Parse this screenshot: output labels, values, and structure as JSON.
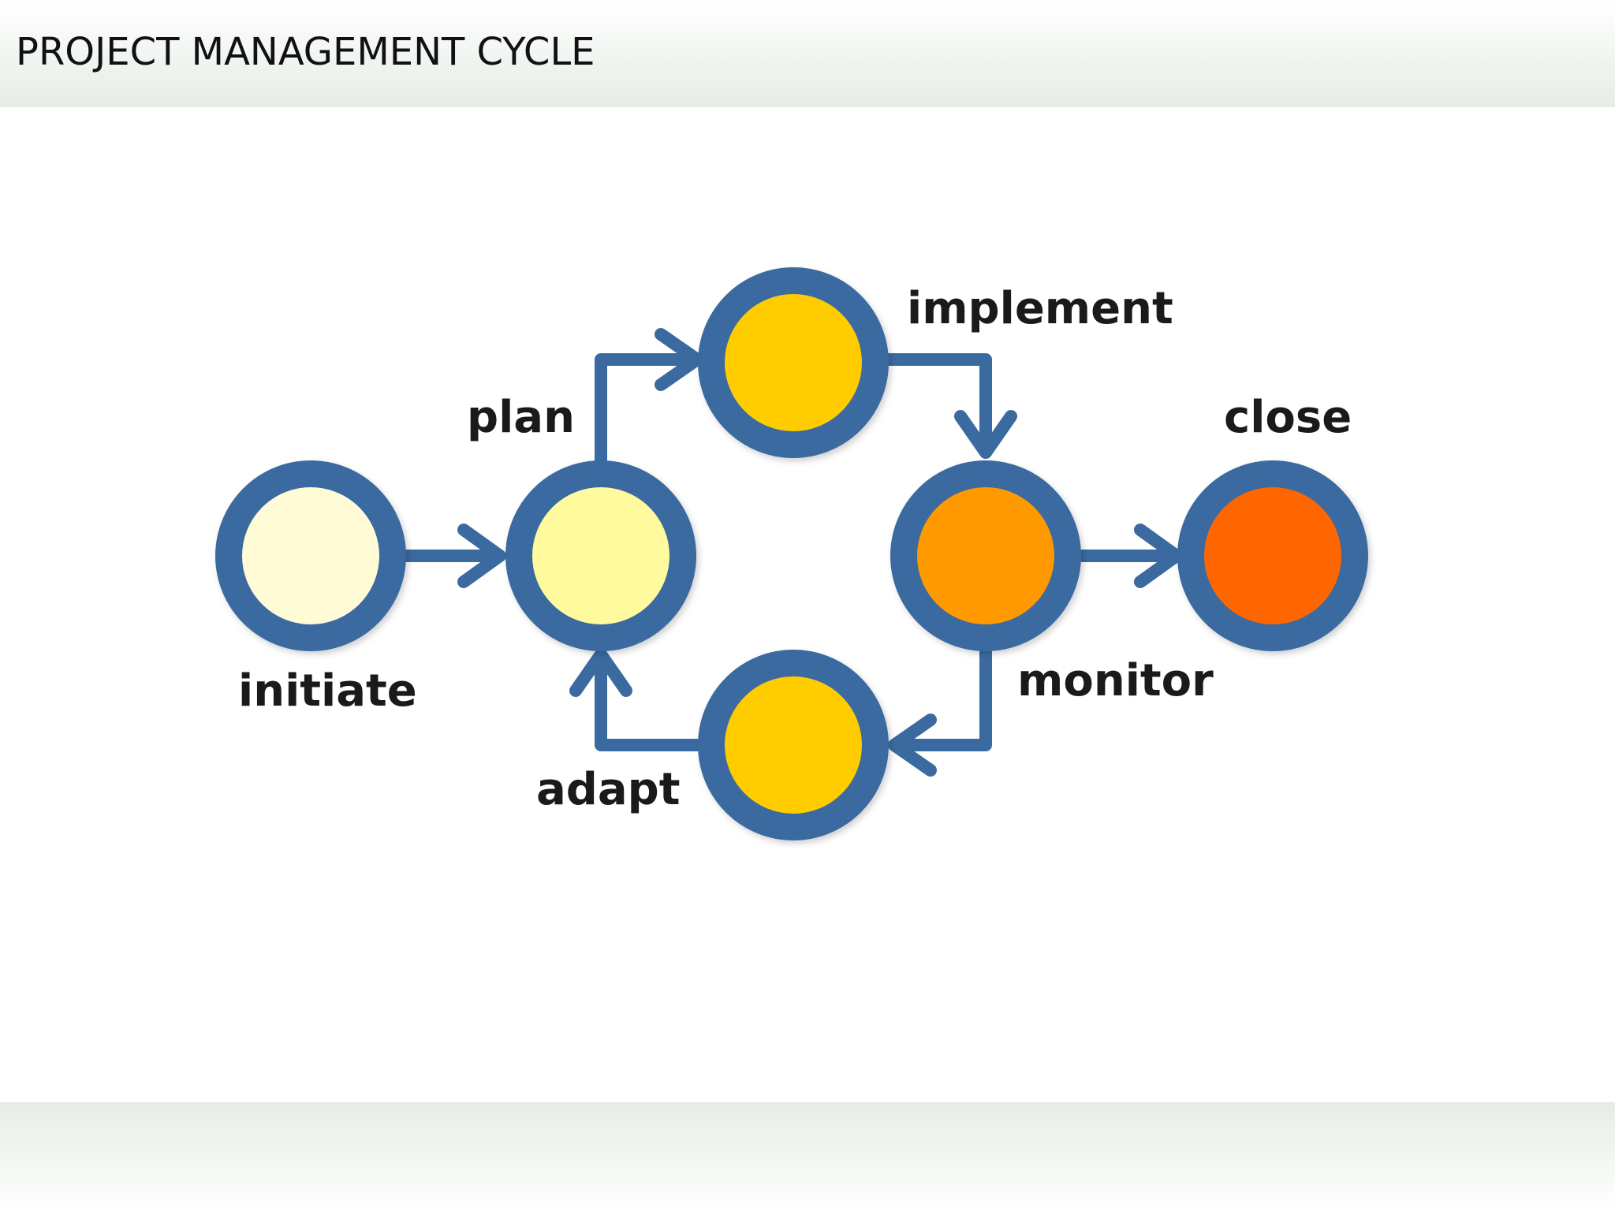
{
  "header": {
    "title": "PROJECT MANAGEMENT CYCLE"
  },
  "diagram": {
    "colors": {
      "ring": "#3a6aa0",
      "arrow": "#3a6aa0"
    },
    "nodes": [
      {
        "id": "initiate",
        "label": "initiate",
        "fill": "#fffbd6"
      },
      {
        "id": "plan",
        "label": "plan",
        "fill": "#fffa9e"
      },
      {
        "id": "implement",
        "label": "implement",
        "fill": "#ffcc00"
      },
      {
        "id": "monitor",
        "label": "monitor",
        "fill": "#ff9900"
      },
      {
        "id": "close",
        "label": "close",
        "fill": "#ff6600"
      },
      {
        "id": "adapt",
        "label": "adapt",
        "fill": "#ffcc00"
      }
    ],
    "edges": [
      {
        "from": "initiate",
        "to": "plan"
      },
      {
        "from": "plan",
        "to": "implement"
      },
      {
        "from": "implement",
        "to": "monitor"
      },
      {
        "from": "monitor",
        "to": "close"
      },
      {
        "from": "monitor",
        "to": "adapt"
      },
      {
        "from": "adapt",
        "to": "plan"
      }
    ]
  }
}
